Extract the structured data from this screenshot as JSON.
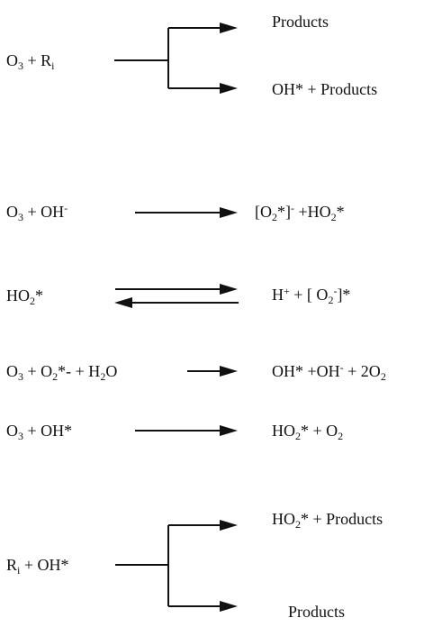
{
  "reactions": {
    "r1": {
      "reactant": [
        "O",
        "3",
        " + R",
        "i"
      ],
      "product_top": "Products",
      "product_bottom": [
        "OH* + Products"
      ]
    },
    "r2": {
      "reactant": [
        "O",
        "3",
        " + OH",
        "-"
      ],
      "product": [
        "[O",
        "2",
        "*]",
        "-",
        " +HO",
        "2",
        "*"
      ]
    },
    "r3": {
      "reactant": [
        "HO",
        "2",
        "*"
      ],
      "product": [
        "H",
        "+",
        " + [ O",
        "2",
        "-",
        "]*"
      ]
    },
    "r4": {
      "reactant": [
        "O",
        "3",
        " + O",
        "2",
        "*- + H",
        "2",
        "O"
      ],
      "product": [
        "OH* +OH",
        "-",
        " + 2O",
        "2"
      ]
    },
    "r5": {
      "reactant": [
        "O",
        "3",
        " + OH*"
      ],
      "product": [
        "HO",
        "2",
        "* + O",
        "2"
      ]
    },
    "r6": {
      "reactant": [
        "R",
        "i",
        " + OH*"
      ],
      "product_top": [
        "HO",
        "2",
        "* + Products"
      ],
      "product_bottom": "Products"
    }
  }
}
